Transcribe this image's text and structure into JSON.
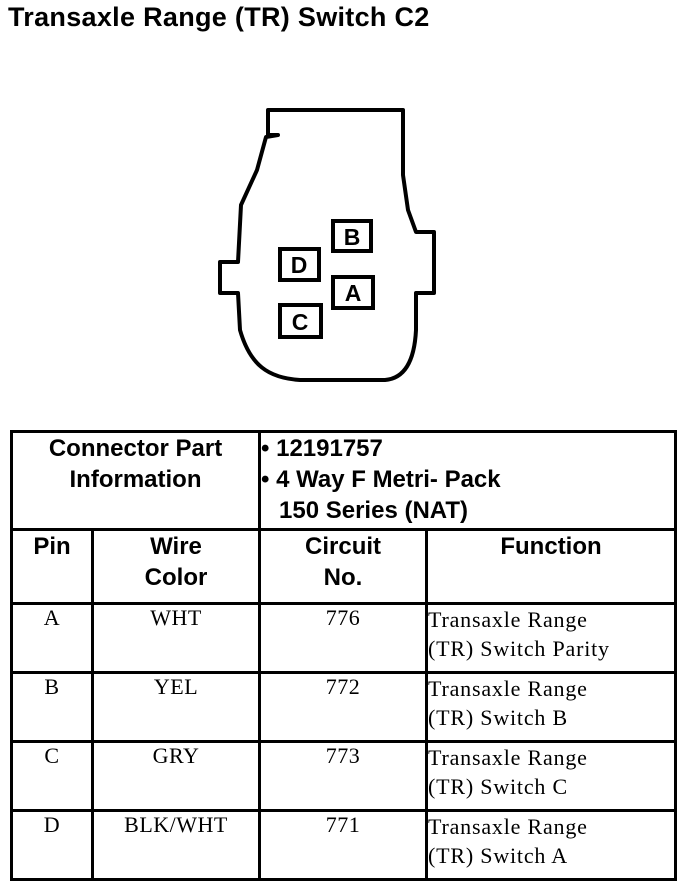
{
  "page": {
    "title": "Transaxle Range (TR) Switch C2"
  },
  "connector": {
    "pins": [
      "B",
      "D",
      "A",
      "C"
    ]
  },
  "info": {
    "label": "Connector Part Information",
    "values": [
      "12191757",
      "4 Way F Metri- Pack",
      "150 Series (NAT)"
    ]
  },
  "table": {
    "headers": {
      "pin": "Pin",
      "wire_color": "Wire Color",
      "circuit": "Circuit No.",
      "function": "Function"
    },
    "rows": [
      {
        "pin": "A",
        "wire_color": "WHT",
        "circuit": "776",
        "function_line1": "Transaxle Range",
        "function_line2": "(TR) Switch Parity"
      },
      {
        "pin": "B",
        "wire_color": "YEL",
        "circuit": "772",
        "function_line1": "Transaxle Range",
        "function_line2": "(TR) Switch B"
      },
      {
        "pin": "C",
        "wire_color": "GRY",
        "circuit": "773",
        "function_line1": "Transaxle Range",
        "function_line2": "(TR) Switch C"
      },
      {
        "pin": "D",
        "wire_color": "BLK/WHT",
        "circuit": "771",
        "function_line1": "Transaxle Range",
        "function_line2": "(TR) Switch A"
      }
    ]
  }
}
